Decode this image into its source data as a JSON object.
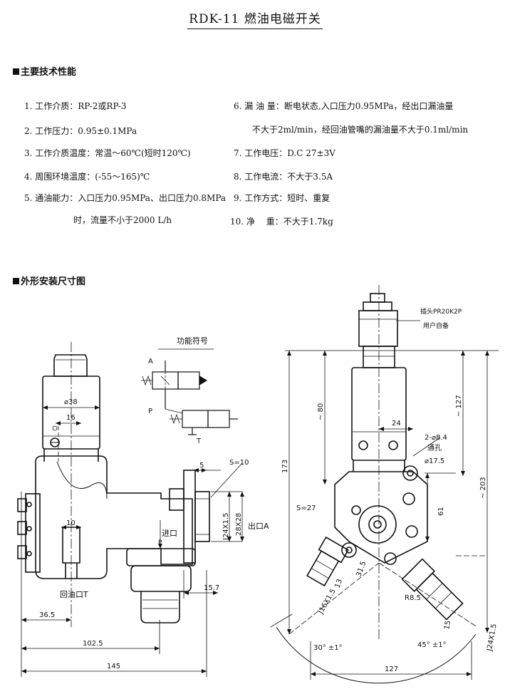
{
  "title": "RDK-11 燃油电磁开关",
  "sections": {
    "specs_heading": "主要技术性能",
    "drawing_heading": "外形安装尺寸图"
  },
  "specs": {
    "s1": "1. 工作介质：RP-2或RP-3",
    "s2": "2. 工作压力：0.95±0.1MPa",
    "s3": "3. 工作介质温度：常温～60℃(短时120℃)",
    "s4": "4. 周围环境温度：(-55～165)℃",
    "s5a": "5. 通油能力：入口压力0.95MPa、出口压力0.8MPa",
    "s5b": "时，流量不小于2000 L/h",
    "s6a": "6. 漏 油 量：断电状态,入口压力0.95MPa，经出口漏油量",
    "s6b": "不大于2ml/min，经回油管嘴的漏油量不大于0.1ml/min",
    "s7": "7. 工作电压：D.C 27±3V",
    "s8": "8. 工作电流：不大于3.5A",
    "s9": "9. 工作方式：短时、重复",
    "s10": "10. 净　 重：不大于1.7kg"
  },
  "symbol": {
    "title": "功能符号",
    "port_a": "A",
    "port_p": "P",
    "port_t": "T"
  },
  "left_view": {
    "dia38": "⌀38",
    "d16": "16",
    "d10": "10",
    "inlet": "进口",
    "inlet_p": "P",
    "return": "回油口T",
    "d36_5": "36.5",
    "d102_5": "102.5",
    "d145": "145",
    "d15_7": "15.7",
    "d5": "5",
    "s10": "S=10",
    "j24": "J24X1.5",
    "sq28": "28X28",
    "outlet": "出口A"
  },
  "right_view": {
    "plug": "插头PR20K2P",
    "user": "用户自备",
    "d80": "~ 80",
    "d127v": "~ 127",
    "d173": "173",
    "d203": "~ 203",
    "d24": "24",
    "holes": "2-⌀8.4",
    "through": "通孔",
    "dia17_5": "⌀17.5",
    "d61": "61",
    "s27": "S=27",
    "d31_5": "31.5",
    "d13": "13",
    "j16": "J16X1.5",
    "r8_5": "R8.5",
    "d15": "15",
    "j24": "J24X1.5",
    "ang30": "30° ±1°",
    "ang45": "45° ±1°",
    "d127h": "127"
  }
}
